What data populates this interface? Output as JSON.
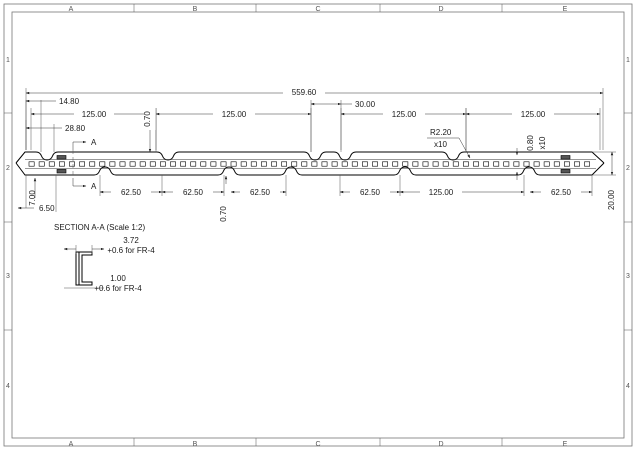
{
  "sheet": {
    "zones_top": [
      "A",
      "B",
      "C",
      "D",
      "E"
    ],
    "zones_bottom": [
      "A",
      "B",
      "C",
      "D",
      "E"
    ],
    "rows_left": [
      "1",
      "2",
      "3",
      "4"
    ],
    "rows_right": [
      "1",
      "2",
      "3",
      "4"
    ]
  },
  "section": {
    "title": "SECTION A-A (Scale 1:2)",
    "width_dim": "3.72",
    "width_tol": "+0.6 for FR-4",
    "thickness_dim": "1.00",
    "thickness_tol": "+0.6 for FR-4"
  },
  "markers": {
    "section_cut_top": "A",
    "section_cut_bottom": "A"
  },
  "dimensions": {
    "overall_length": "559.60",
    "overall_height": "20.00",
    "top_chain": [
      {
        "label": "14.80"
      },
      {
        "label": "28.80"
      },
      {
        "label": "125.00"
      },
      {
        "label": "0.70"
      },
      {
        "label": "125.00"
      },
      {
        "label": "30.00"
      },
      {
        "label": "125.00"
      },
      {
        "label": "125.00"
      }
    ],
    "bottom_chain": [
      {
        "label": "7.00"
      },
      {
        "label": "6.50"
      },
      {
        "label": "62.50"
      },
      {
        "label": "62.50"
      },
      {
        "label": "0.70"
      },
      {
        "label": "62.50"
      },
      {
        "label": "62.50"
      },
      {
        "label": "125.00"
      },
      {
        "label": "62.50"
      }
    ],
    "callouts": [
      {
        "label": "R2.20",
        "qty": "x10"
      },
      {
        "label": "0.80",
        "qty": "x10"
      }
    ]
  }
}
